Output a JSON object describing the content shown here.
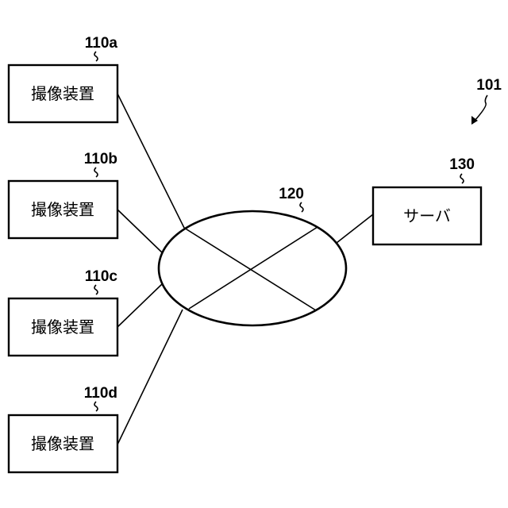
{
  "diagram": {
    "system_ref": "101",
    "network": {
      "ref": "120"
    },
    "server": {
      "ref": "130",
      "label": "サーバ"
    },
    "devices": [
      {
        "ref": "110a",
        "label": "撮像装置"
      },
      {
        "ref": "110b",
        "label": "撮像装置"
      },
      {
        "ref": "110c",
        "label": "撮像装置"
      },
      {
        "ref": "110d",
        "label": "撮像装置"
      }
    ]
  }
}
